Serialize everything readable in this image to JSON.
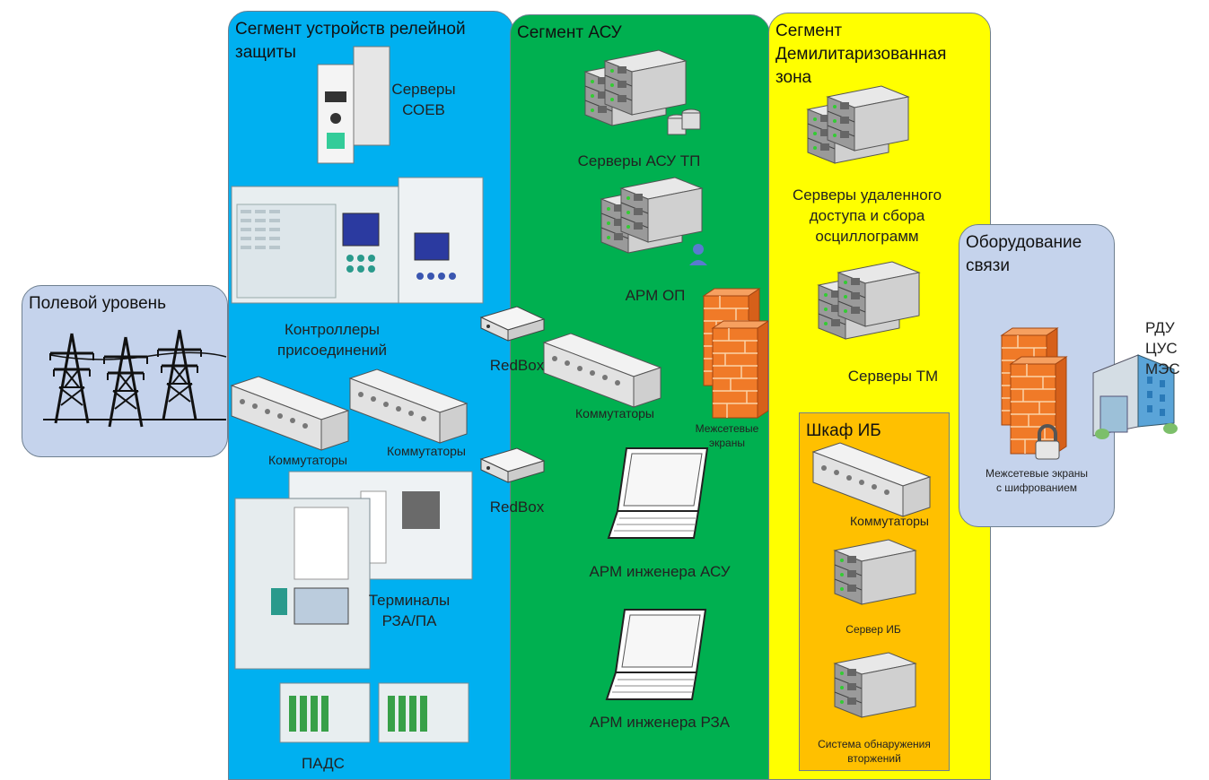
{
  "field": {
    "title": "Полевой уровень"
  },
  "relay": {
    "title": "Сегмент устройств релейной\nзащиты",
    "soev_label": "Серверы\nСОЕВ",
    "controllers_label": "Контроллеры\nприсоединений",
    "switch1_label": "Коммутаторы",
    "switch2_label": "Коммутаторы",
    "terminals_label": "Терминалы\nРЗА/ПА",
    "pads_label": "ПАДС"
  },
  "redbox": {
    "top_label": "RedBox",
    "bottom_label": "RedBox"
  },
  "asu": {
    "title": "Сегмент АСУ",
    "servers_label": "Серверы АСУ ТП",
    "arm_op_label": "АРМ ОП",
    "switches_label": "Коммутаторы",
    "firewalls_label": "Межсетевые\nэкраны",
    "arm_asu_label": "АРМ инженера АСУ",
    "arm_rza_label": "АРМ инженера РЗА"
  },
  "dmz": {
    "title": "Сегмент\nДемилитаризованная\nзона",
    "remote_label": "Серверы удаленного\nдоступа и сбора\nосциллограмм",
    "tm_label": "Серверы ТМ"
  },
  "ib": {
    "title": "Шкаф ИБ",
    "switches_label": "Коммутаторы",
    "server_label": "Сервер ИБ",
    "ids_label": "Система обнаружения\nвторжений"
  },
  "comm": {
    "title": "Оборудование\nсвязи",
    "firewalls_label": "Межсетевые экраны\nс шифрованием",
    "rdu_label": "РДУ\nЦУС\nМЭС"
  },
  "colors": {
    "relay": "#00b0f0",
    "asu": "#00b050",
    "dmz": "#ffff00",
    "ib": "#ffc000",
    "field": "#c5d3ec",
    "comm": "#c5d3ec"
  }
}
